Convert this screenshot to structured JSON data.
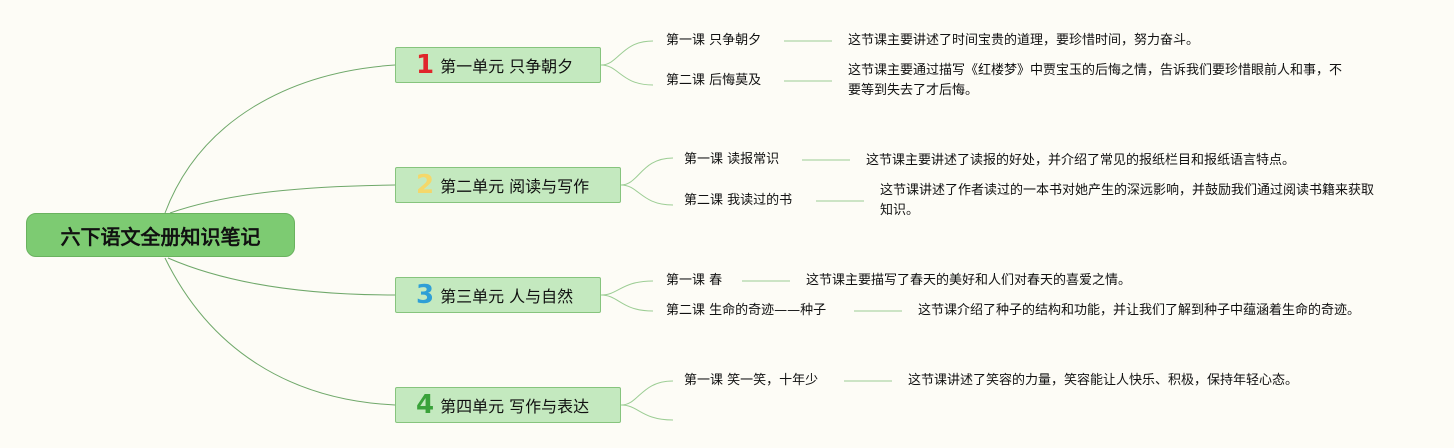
{
  "root": {
    "title": "六下语文全册知识笔记"
  },
  "units": [
    {
      "number": "1",
      "number_color": "#e0262b",
      "title": "第一单元 只争朝夕",
      "lessons": [
        {
          "title": "第一课 只争朝夕",
          "desc": "这节课主要讲述了时间宝贵的道理，要珍惜时间，努力奋斗。"
        },
        {
          "title": "第二课 后悔莫及",
          "desc": "这节课主要通过描写《红楼梦》中贾宝玉的后悔之情，告诉我们要珍惜眼前人和事，不要等到失去了才后悔。"
        }
      ]
    },
    {
      "number": "2",
      "number_color": "#f4d86a",
      "title": "第二单元 阅读与写作",
      "lessons": [
        {
          "title": "第一课 读报常识",
          "desc": "这节课主要讲述了读报的好处，并介绍了常见的报纸栏目和报纸语言特点。"
        },
        {
          "title": "第二课 我读过的书",
          "desc": "这节课讲述了作者读过的一本书对她产生的深远影响，并鼓励我们通过阅读书籍来获取知识。"
        }
      ]
    },
    {
      "number": "3",
      "number_color": "#2f9fd6",
      "title": "第三单元 人与自然",
      "lessons": [
        {
          "title": "第一课 春",
          "desc": "这节课主要描写了春天的美好和人们对春天的喜爱之情。"
        },
        {
          "title": "第二课 生命的奇迹——种子",
          "desc": "这节课介绍了种子的结构和功能，并让我们了解到种子中蕴涵着生命的奇迹。"
        }
      ]
    },
    {
      "number": "4",
      "number_color": "#3aa23a",
      "title": "第四单元 写作与表达",
      "lessons": [
        {
          "title": "第一课 笑一笑，十年少",
          "desc": "这节课讲述了笑容的力量，笑容能让人快乐、积极，保持年轻心态。"
        }
      ]
    }
  ],
  "colors": {
    "branch_line": "#6fa86a",
    "connector_line": "#9ccd94"
  }
}
